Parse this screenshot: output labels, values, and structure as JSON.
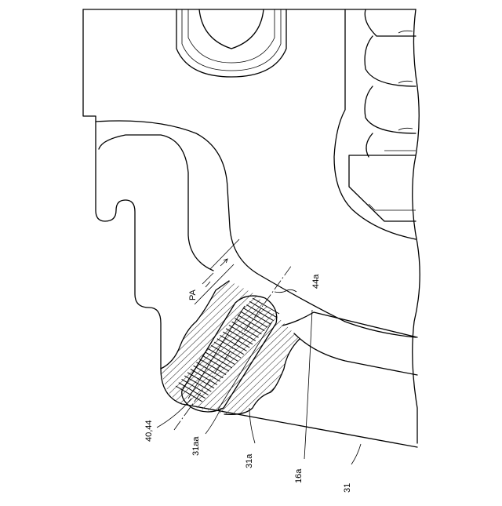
{
  "labels": {
    "pa": "PA",
    "ref_44a": "44a",
    "ref_40_44": "40,44",
    "ref_31aa": "31aa",
    "ref_31a": "31a",
    "ref_16a": "16a",
    "ref_31": "31"
  }
}
